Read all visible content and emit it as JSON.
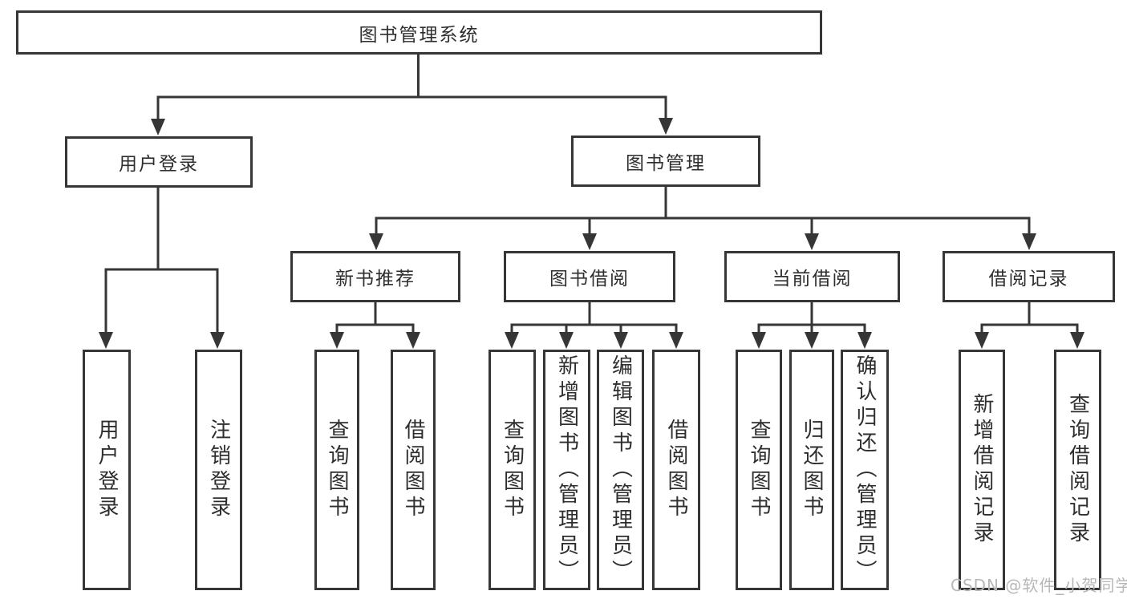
{
  "diagram": {
    "type": "tree",
    "title": "图书管理系统",
    "colors": {
      "line": "#363636",
      "border": "#363636",
      "text": "#2e2e2e",
      "background": "#ffffff",
      "watermark": "#b7b7b7"
    },
    "nodes": {
      "root": {
        "label": "图书管理系统"
      },
      "level2": [
        {
          "id": "user-login",
          "label": "用户登录",
          "parent": "图书管理系统"
        },
        {
          "id": "book-management",
          "label": "图书管理",
          "parent": "图书管理系统"
        }
      ],
      "level3": [
        {
          "id": "new-book-recommendation",
          "label": "新书推荐",
          "parent": "图书管理"
        },
        {
          "id": "book-borrowing",
          "label": "图书借阅",
          "parent": "图书管理"
        },
        {
          "id": "current-borrowing",
          "label": "当前借阅",
          "parent": "图书管理"
        },
        {
          "id": "borrowing-records",
          "label": "借阅记录",
          "parent": "图书管理"
        }
      ],
      "leaves": [
        {
          "label": "用户登录",
          "parent": "用户登录"
        },
        {
          "label": "注销登录",
          "parent": "用户登录"
        },
        {
          "label": "查询图书",
          "parent": "新书推荐"
        },
        {
          "label": "借阅图书",
          "parent": "新书推荐"
        },
        {
          "label": "查询图书",
          "parent": "图书借阅"
        },
        {
          "label": "新增图书（管理员）",
          "parent": "图书借阅"
        },
        {
          "label": "编辑图书（管理员）",
          "parent": "图书借阅"
        },
        {
          "label": "借阅图书",
          "parent": "图书借阅"
        },
        {
          "label": "查询图书",
          "parent": "当前借阅"
        },
        {
          "label": "归还图书",
          "parent": "当前借阅"
        },
        {
          "label": "确认归还（管理员）",
          "parent": "当前借阅"
        },
        {
          "label": "新增借阅记录",
          "parent": "借阅记录"
        },
        {
          "label": "查询借阅记录",
          "parent": "借阅记录"
        }
      ]
    },
    "watermark": "CSDN @软件_小贺同学"
  }
}
